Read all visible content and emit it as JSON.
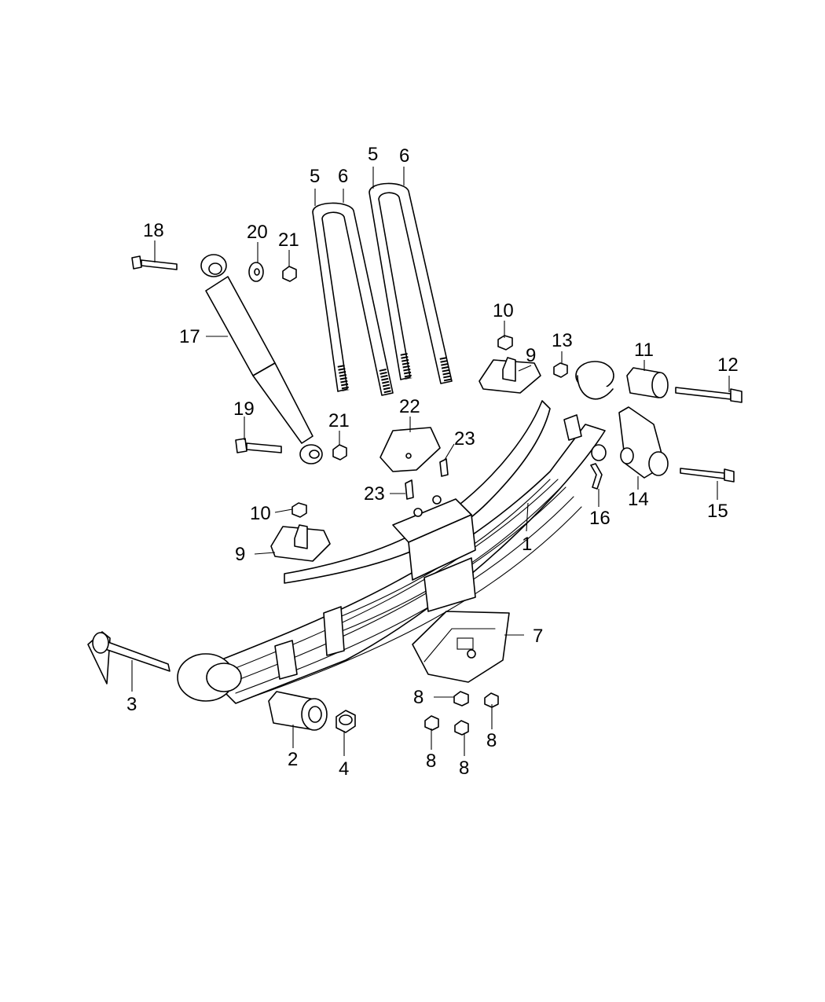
{
  "callouts": {
    "c1": "1",
    "c2": "2",
    "c3": "3",
    "c4": "4",
    "c5a": "5",
    "c5b": "5",
    "c6a": "6",
    "c6b": "6",
    "c7": "7",
    "c8a": "8",
    "c8b": "8",
    "c8c": "8",
    "c8d": "8",
    "c9a": "9",
    "c9b": "9",
    "c10a": "10",
    "c10b": "10",
    "c11": "11",
    "c12": "12",
    "c13": "13",
    "c14": "14",
    "c15": "15",
    "c16": "16",
    "c17": "17",
    "c18": "18",
    "c19": "19",
    "c20": "20",
    "c21a": "21",
    "c21b": "21",
    "c22": "22",
    "c23a": "23",
    "c23b": "23"
  }
}
